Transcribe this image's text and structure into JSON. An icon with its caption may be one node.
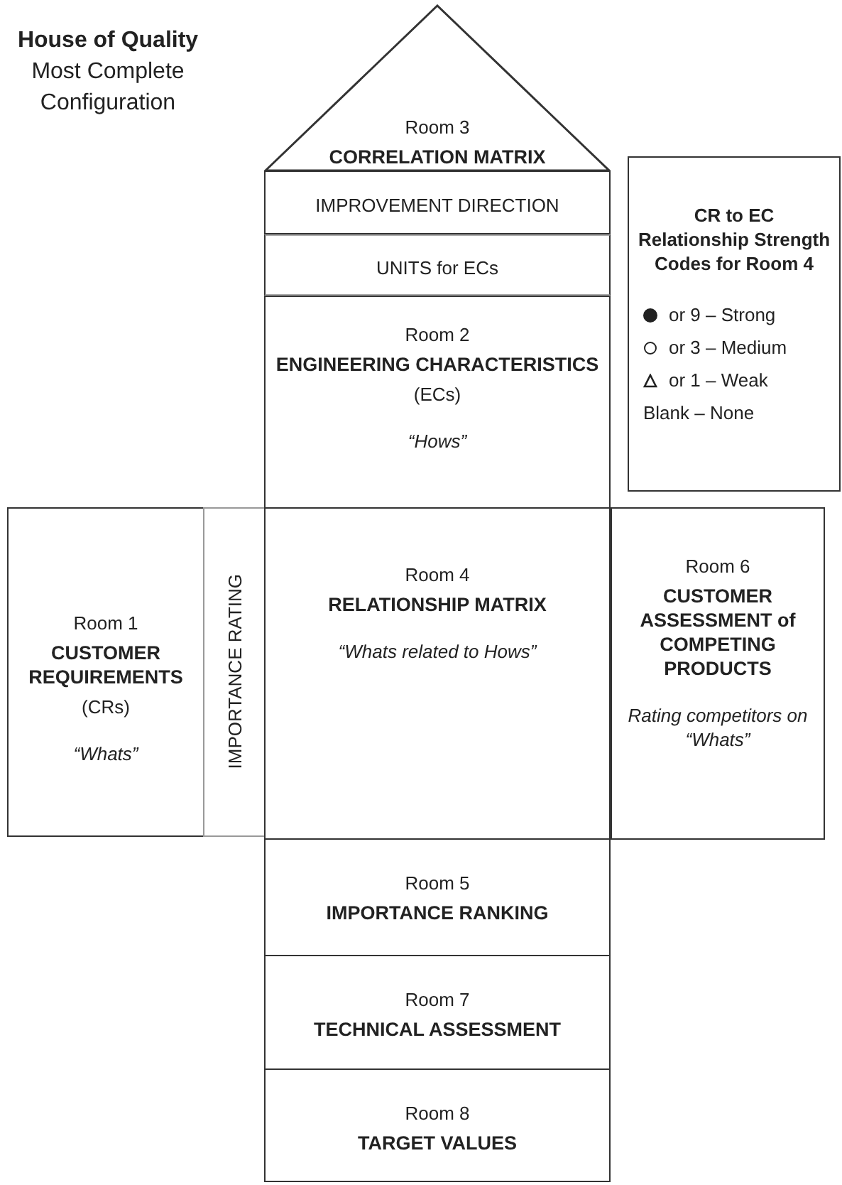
{
  "diagram": {
    "title": "House of Quality",
    "nodes": [
      {
        "text": [
          "Room 3",
          "CORRELATION MATRIX"
        ]
      },
      {
        "text": [
          "IMPROVEMENT DIRECTION"
        ]
      },
      {
        "text": [
          "UNITS for ECs"
        ]
      },
      {
        "text": [
          "Room 2",
          "ENGINEERING CHARACTERISTICS",
          "(ECs)",
          "“Hows”"
        ]
      },
      {
        "text": [
          "CR to EC Relationship Strength Codes for Room 4"
        ]
      },
      {
        "text": [
          "Room 1",
          "CUSTOMER REQUIREMENTS",
          "(CRs)",
          "“Whats”"
        ]
      },
      {
        "text": [
          "IMPORTANCE RATING"
        ]
      },
      {
        "text": [
          "Room 4",
          "RELATIONSHIP MATRIX",
          "“Whats related to Hows”"
        ]
      },
      {
        "text": [
          "Room 6",
          "CUSTOMER ASSESSMENT of COMPETING PRODUCTS",
          "Rating competitors on “Whats”"
        ]
      },
      {
        "text": [
          "Room 5",
          "IMPORTANCE RANKING"
        ]
      },
      {
        "text": [
          "Room 7",
          "TECHNICAL ASSESSMENT"
        ]
      },
      {
        "text": [
          "Room 8",
          "TARGET VALUES"
        ]
      }
    ],
    "labels": [
      "Most Complete Configuration"
    ],
    "legend": [
      {
        "text": "or 9 – Strong"
      },
      {
        "text": "or 3 – Medium"
      },
      {
        "text": "or 1 – Weak"
      },
      {
        "text": "Blank – None"
      }
    ]
  }
}
